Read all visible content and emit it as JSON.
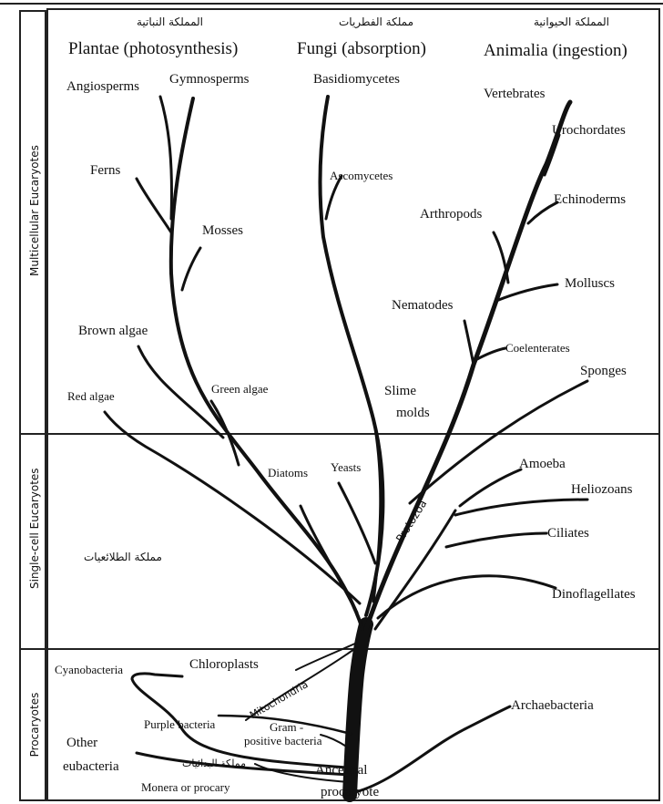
{
  "kingdoms": {
    "plantae": {
      "arabic": "المملكة النباتية",
      "name": "Plantae (photosynthesis)"
    },
    "fungi": {
      "arabic": "مملكة الفطريات",
      "name": "Fungi (absorption)"
    },
    "animalia": {
      "arabic": "المملكة الحيوانية",
      "name": "Animalia (ingestion)"
    }
  },
  "zones": {
    "multicellular": "Multicellular Eucaryotes",
    "single_cell": "Single-cell Eucaryotes",
    "prokaryotes": "Procaryotes",
    "protista_arabic": "مملكة الطلائعيات"
  },
  "labels": {
    "angiosperms": "Angiosperms",
    "gymnosperms": "Gymnosperms",
    "ferns": "Ferns",
    "mosses": "Mosses",
    "brown_algae": "Brown algae",
    "red_algae": "Red algae",
    "green_algae": "Green algae",
    "basidiomycetes": "Basidiomycetes",
    "ascomycetes": "Ascomycetes",
    "slime_molds_1": "Slime",
    "slime_molds_2": "molds",
    "vertebrates": "Vertebrates",
    "urochordates": "Urochordates",
    "echinoderms": "Echinoderms",
    "arthropods": "Arthropods",
    "molluscs": "Molluscs",
    "nematodes": "Nematodes",
    "coelenterates": "Coelenterates",
    "sponges": "Sponges",
    "diatoms": "Diatoms",
    "yeasts": "Yeasts",
    "amoeba": "Amoeba",
    "heliozoans": "Heliozoans",
    "ciliates": "Ciliates",
    "dinoflagellates": "Dinoflagellates",
    "protozoa": "Protozoa",
    "cyanobacteria": "Cyanobacteria",
    "chloroplasts": "Chloroplasts",
    "mitochondria": "Mitochondria",
    "purple_bacteria": "Purple bacteria",
    "gram_positive_1": "Gram -",
    "gram_positive_2": "positive bacteria",
    "other_eubacteria_1": "Other",
    "other_eubacteria_2": "eubacteria",
    "monera_arabic": "مملكة البدائيات",
    "monera": "Monera or procary",
    "ancestral_1": "Ancestral",
    "ancestral_2": "procaryote",
    "archaebacteria": "Archaebacteria"
  }
}
